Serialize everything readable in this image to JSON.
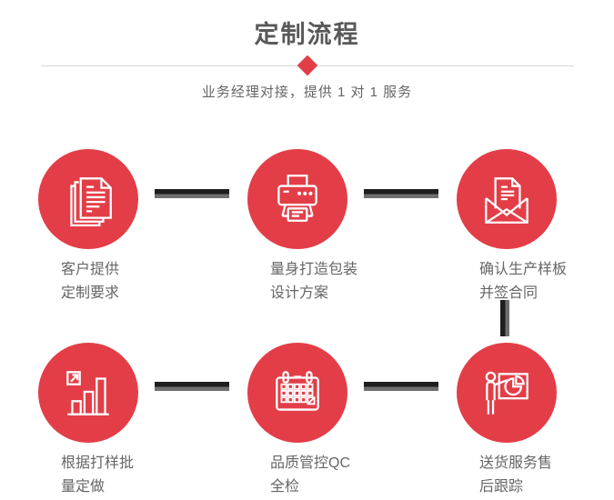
{
  "header": {
    "title": "定制流程",
    "subtitle": "业务经理对接，提供 1 对 1 服务"
  },
  "colors": {
    "accent_red": "#e33e48",
    "title_text": "#595959",
    "body_text": "#666666",
    "divider_line": "#d8d8d8",
    "connector_dark": "#1e1e1e",
    "connector_gray": "#6e6e6e",
    "icon_stroke": "#ffffff"
  },
  "steps": [
    {
      "icon": "stacked-documents-icon",
      "lines": [
        "客户提供",
        "定制要求"
      ]
    },
    {
      "icon": "printer-icon",
      "lines": [
        "量身打造包装",
        "设计方案"
      ]
    },
    {
      "icon": "envelope-letter-icon",
      "lines": [
        "确认生产样板",
        "并签合同"
      ]
    },
    {
      "icon": "growth-bar-chart-icon",
      "lines": [
        "根据打样批",
        "量定做"
      ]
    },
    {
      "icon": "calendar-icon",
      "lines": [
        "品质管控QC",
        "全检"
      ]
    },
    {
      "icon": "presentation-pie-icon",
      "lines": [
        "送货服务售",
        "后跟踪"
      ]
    }
  ]
}
